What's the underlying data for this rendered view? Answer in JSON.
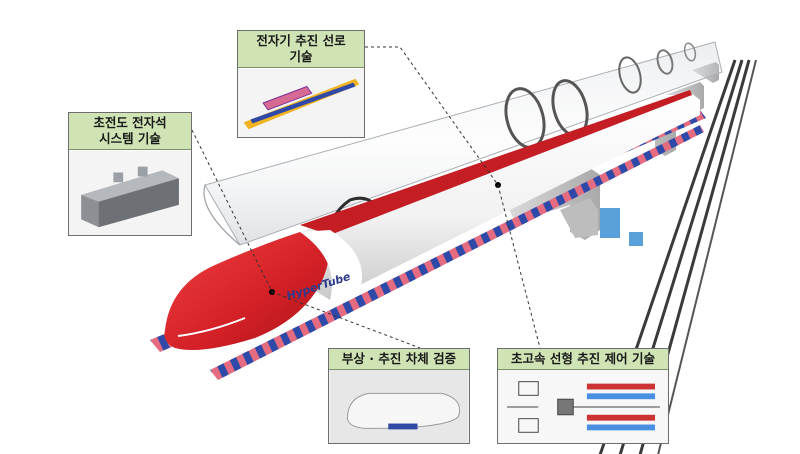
{
  "train": {
    "brand": "HyperTube"
  },
  "callouts": {
    "rail": {
      "title": "전자기 추진 선로\n기술"
    },
    "superconduct": {
      "title": "초전도 전자석\n시스템 기술"
    },
    "vehicle": {
      "title": "부상 · 추진 차체 검증"
    },
    "control": {
      "title": "초고속 선형 추진 제어 기술"
    }
  },
  "colors": {
    "train_red": "#d21f26",
    "title_fill": "#cfe3b4",
    "rail_blue": "#2f49a8",
    "rail_pink": "#e46b80"
  }
}
